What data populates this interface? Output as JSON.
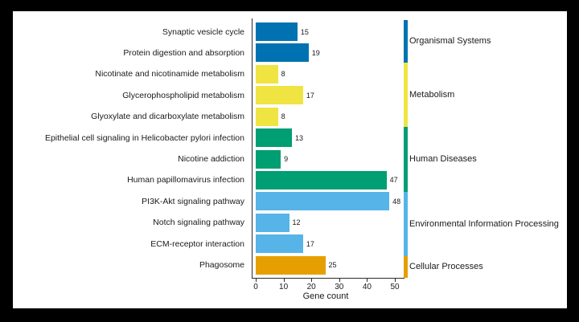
{
  "chart_data": {
    "type": "bar",
    "orientation": "horizontal",
    "title": "",
    "xlabel": "Gene count",
    "ylabel": "",
    "xlim": [
      0,
      53
    ],
    "xticks": [
      0,
      10,
      20,
      30,
      40,
      50
    ],
    "grid": false,
    "value_labels_shown": true,
    "bars": [
      {
        "label": "Synaptic vesicle cycle",
        "value": 15,
        "category": "Organismal Systems"
      },
      {
        "label": "Protein digestion and absorption",
        "value": 19,
        "category": "Organismal Systems"
      },
      {
        "label": "Nicotinate and nicotinamide metabolism",
        "value": 8,
        "category": "Metabolism"
      },
      {
        "label": "Glycerophospholipid metabolism",
        "value": 17,
        "category": "Metabolism"
      },
      {
        "label": "Glyoxylate and dicarboxylate metabolism",
        "value": 8,
        "category": "Metabolism"
      },
      {
        "label": "Epithelial cell signaling in Helicobacter pylori infection",
        "value": 13,
        "category": "Human Diseases"
      },
      {
        "label": "Nicotine addiction",
        "value": 9,
        "category": "Human Diseases"
      },
      {
        "label": "Human papillomavirus infection",
        "value": 47,
        "category": "Human Diseases"
      },
      {
        "label": "PI3K-Akt signaling pathway",
        "value": 48,
        "category": "Environmental Information Processing"
      },
      {
        "label": "Notch signaling pathway",
        "value": 12,
        "category": "Environmental Information Processing"
      },
      {
        "label": "ECM-receptor interaction",
        "value": 17,
        "category": "Environmental Information Processing"
      },
      {
        "label": "Phagosome",
        "value": 25,
        "category": "Cellular Processes"
      }
    ],
    "categories": [
      {
        "name": "Organismal Systems",
        "color": "#0072B2",
        "bar_count": 2
      },
      {
        "name": "Metabolism",
        "color": "#F0E442",
        "bar_count": 3
      },
      {
        "name": "Human Diseases",
        "color": "#009E73",
        "bar_count": 3
      },
      {
        "name": "Environmental Information Processing",
        "color": "#56B4E9",
        "bar_count": 3
      },
      {
        "name": "Cellular Processes",
        "color": "#E69F00",
        "bar_count": 1
      }
    ],
    "legend_position": "right-strip",
    "colors": {
      "background": "#000000",
      "panel": "#ffffff",
      "axis": "#2b2b2b",
      "text": "#1a1a1a"
    }
  }
}
